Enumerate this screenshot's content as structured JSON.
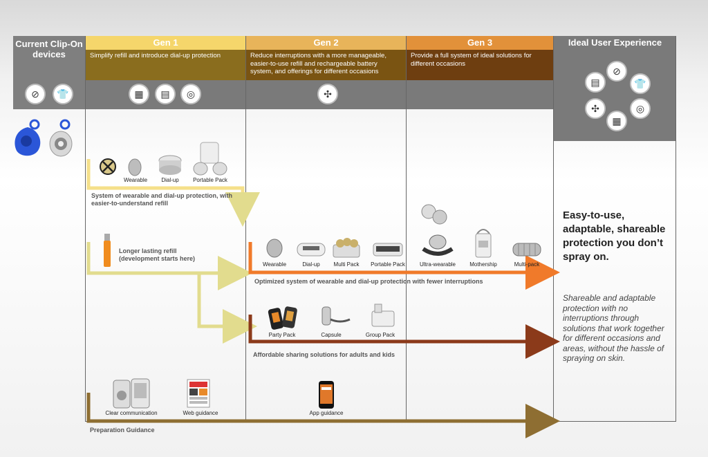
{
  "columns": {
    "current": {
      "title": "Current Clip-On devices"
    },
    "gen1": {
      "title": "Gen 1",
      "desc": "Simplify refill and introduce dial-up protection"
    },
    "gen2": {
      "title": "Gen 2",
      "desc": "Reduce interruptions with a more manageable, easier-to-use refill and rechargeable battery system, and offerings for different occasions"
    },
    "gen3": {
      "title": "Gen 3",
      "desc": "Provide a full system of ideal solutions for different occasions"
    },
    "ideal": {
      "title": "Ideal User Experience"
    }
  },
  "colors": {
    "current": "#7f7f7f",
    "gen1": "#f5d66b",
    "gen1_dark": "#8a6d1e",
    "gen2": "#e8b45a",
    "gen2_dark": "#7a5412",
    "gen3": "#e2913a",
    "gen3_dark": "#6e3e10",
    "ideal": "#7a7a7a",
    "track_yellow": "#e2dc8e",
    "track_orange": "#f07a2a",
    "track_brown": "#8b3a1a",
    "track_tan": "#8e6e32"
  },
  "tracks": {
    "track1": {
      "label": "System of wearable and dial-up protection, with easier-to-understand refill",
      "products": [
        "Wearable",
        "Dial-up",
        "Portable Pack"
      ]
    },
    "track2": {
      "label": "Longer lasting refill (development starts here)",
      "subtitle": "Optimized system of wearable and dial-up protection with fewer interruptions",
      "products": [
        "Wearable",
        "Dial-up",
        "Multi Pack",
        "Portable Pack",
        "Ultra-wearable",
        "Mothership",
        "Multi-pack"
      ]
    },
    "track3": {
      "subtitle": "Affordable sharing solutions for adults and kids",
      "products": [
        "Party Pack",
        "Capsule",
        "Group Pack"
      ]
    },
    "track4": {
      "label": "Preparation Guidance",
      "products": [
        "Clear communication",
        "Web guidance",
        "App guidance"
      ]
    }
  },
  "ideal_text": {
    "headline": "Easy-to-use, adaptable, shareable protection you don’t spray on.",
    "body": "Shareable and adaptable protection with no interruptions through solutions that work together for different occasions and areas, without the hassle of spraying on skin."
  }
}
